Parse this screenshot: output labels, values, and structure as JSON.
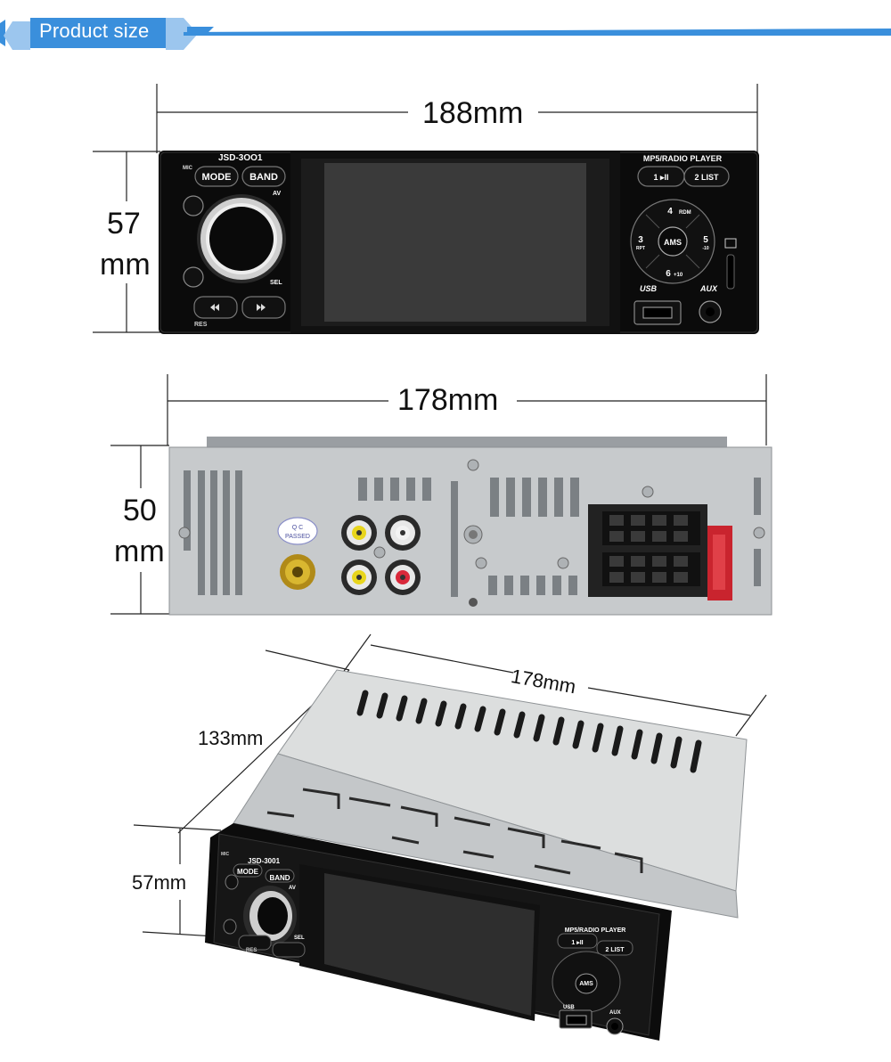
{
  "header": {
    "title": "Product size",
    "accent": "#3a8fdc"
  },
  "front_view": {
    "width_label": "188mm",
    "height_label_line1": "57",
    "height_label_line2": "mm",
    "panel": {
      "model": "JSD-3OO1",
      "mic": "MIC",
      "mode": "MODE",
      "band": "BAND",
      "av": "AV",
      "sel": "SEL",
      "res": "RES",
      "brand": "MP5/RADIO  PLAYER",
      "btn1": "1 ▸II",
      "btn2": "2 LIST",
      "btn3": "3",
      "btn3sub": "RPT",
      "btn4": "4",
      "btn4sub": "RDM",
      "btn5": "5",
      "btn5sub": "-10",
      "btn6": "6",
      "btn6sub": "+10",
      "ams": "AMS",
      "usb": "USB",
      "aux": "AUX"
    }
  },
  "rear_view": {
    "width_label": "178mm",
    "height_label_line1": "50",
    "height_label_line2": "mm",
    "qc_line1": "Q C",
    "qc_line2": "PASSED"
  },
  "perspective_view": {
    "length_label": "178mm",
    "depth_label": "133mm",
    "height_label": "57mm",
    "panel": {
      "model": "JSD-3001",
      "mic": "MIC",
      "mode": "MODE",
      "band": "BAND",
      "av": "AV",
      "sel": "SEL",
      "res": "RES",
      "brand": "MP5/RADIO  PLAYER",
      "btn1": "1 ▸II",
      "btn2": "2 LIST",
      "ams": "AMS",
      "usb": "USB",
      "aux": "AUX"
    }
  }
}
